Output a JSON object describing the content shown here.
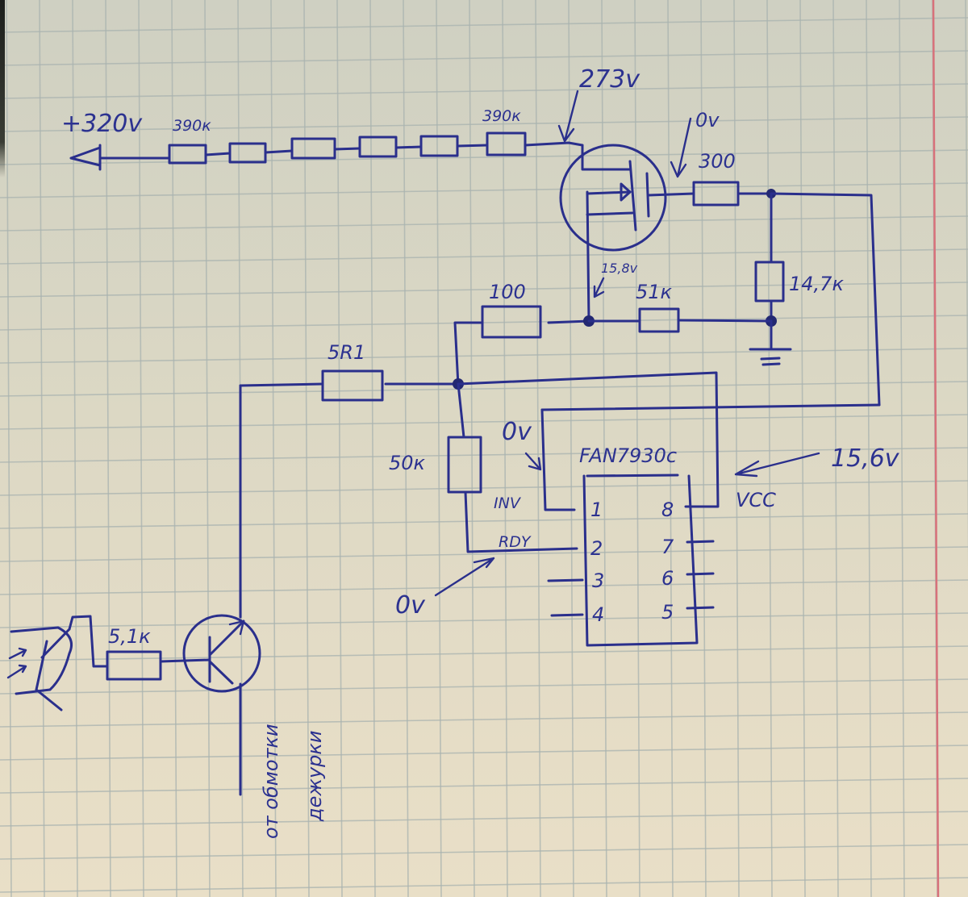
{
  "paper": {
    "background_top": "#cfd0c2",
    "background_bottom": "#e9dfc7",
    "grid_color": "#a9b3b0",
    "margin_line_color": "#d8717a",
    "ink_color": "#2a2f8c"
  },
  "supply": {
    "label": "+320v"
  },
  "resistor_chain": {
    "first_label": "390к",
    "last_label": "390к",
    "count": 6
  },
  "mosfet": {
    "drain_voltage": "273v",
    "gate_voltage": "0v",
    "source_voltage": "15,8v"
  },
  "resistors": {
    "gate": "300",
    "gate_divider": "14,7к",
    "source_series": "100",
    "source_load": "51к",
    "base_feed": "5R1",
    "feedback": "50к",
    "opto_series": "5,1к"
  },
  "ic": {
    "name": "FAN7930c",
    "pins_left": [
      "1",
      "2",
      "3",
      "4"
    ],
    "pins_right": [
      "8",
      "7",
      "6",
      "5"
    ],
    "pin1_name": "INV",
    "pin2_name": "RDY",
    "pin8_name": "VCC",
    "inv_voltage": "0v",
    "rdy_voltage": "0v",
    "vcc_voltage": "15,6v"
  },
  "notes": {
    "winding_line1": "от обмотки",
    "winding_line2": "дежурки"
  }
}
